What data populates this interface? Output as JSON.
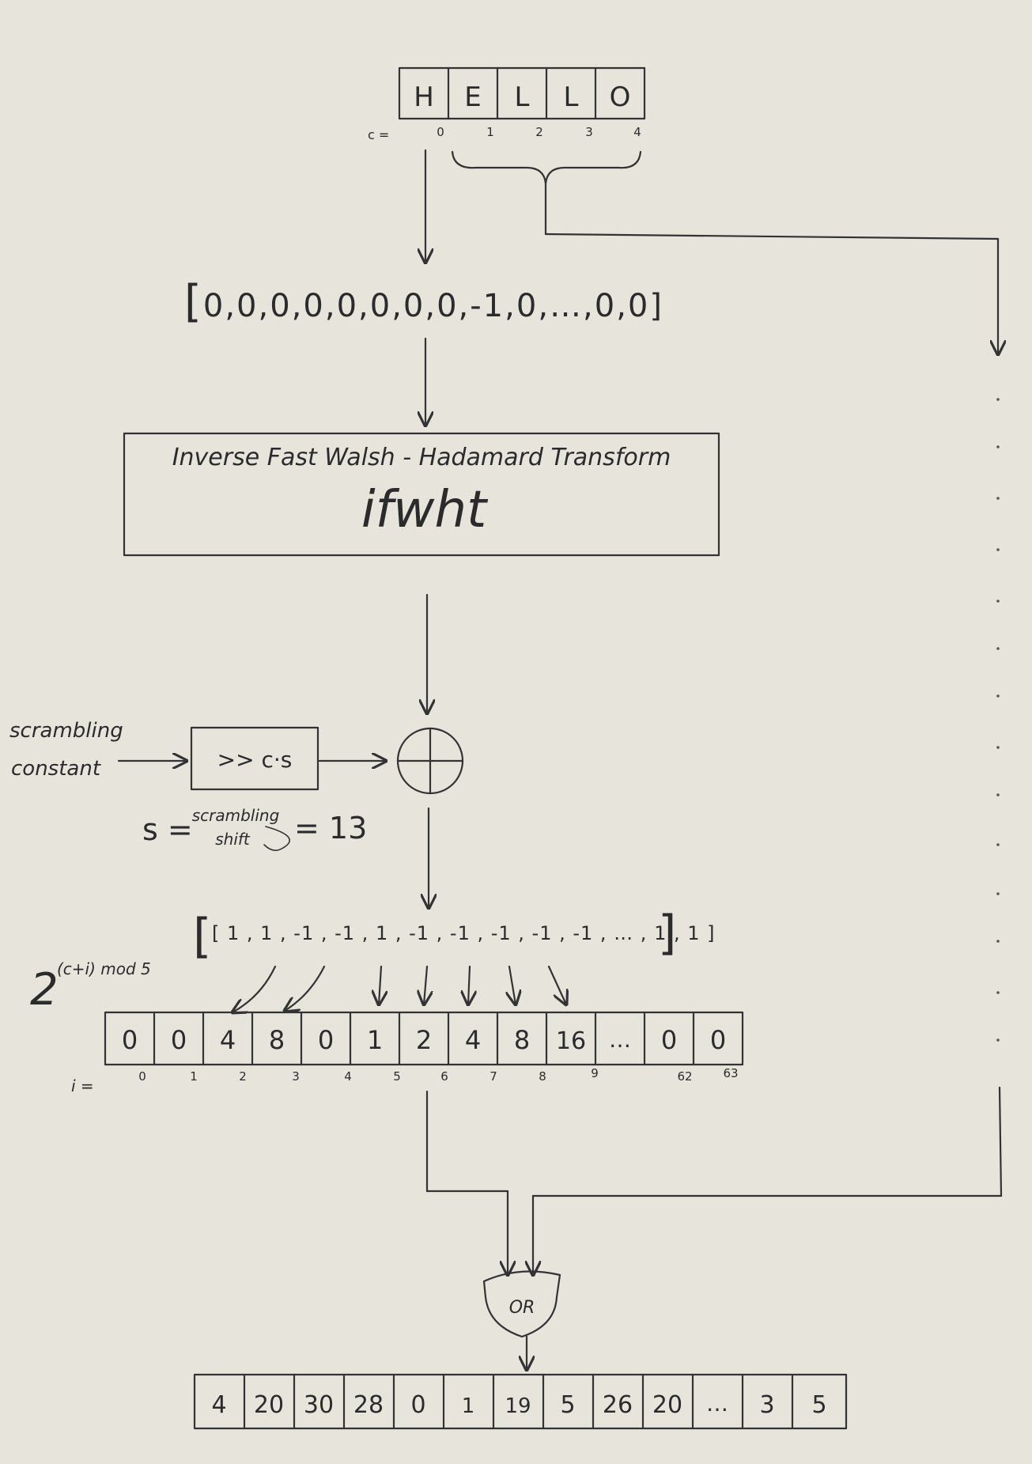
{
  "input": {
    "letters": [
      "H",
      "E",
      "L",
      "L",
      "O"
    ],
    "index_label": "c =",
    "indices": [
      "0",
      "1",
      "2",
      "3",
      "4"
    ]
  },
  "signal_vector": [
    "[",
    "0",
    ",",
    "0",
    ",",
    "0",
    ",",
    "0",
    ",",
    "0",
    ",",
    "0",
    ",",
    "0",
    ",",
    "0",
    ",",
    "-1",
    ",",
    "0",
    ",",
    "…",
    ",",
    "0",
    ",",
    "0",
    "]"
  ],
  "ifwht_box": {
    "title": "Inverse Fast Walsh - Hadamard Transform",
    "abbrev": "ifwht"
  },
  "scrambling": {
    "input_label_line1": "scrambling",
    "input_label_line2": "constant",
    "shift_box_label": ">> c·s",
    "s_prefix": "s =",
    "s_fraction_top": "scrambling",
    "s_fraction_bottom": "shift",
    "s_value": "= 13",
    "adder_symbol": "⊕"
  },
  "pm_vector": [
    "1",
    "1",
    "-1",
    "-1",
    "1",
    "-1",
    "-1",
    "-1",
    "-1",
    "-1",
    "…",
    "1",
    "1"
  ],
  "pm_vector_text": "[ 1 , 1 , -1 , -1 , 1 , -1 , -1 , -1 , -1 , -1 , … , 1 , 1 ]",
  "power_label_base": "2",
  "power_label_exp": "(c+i) mod 5",
  "weights": {
    "cells": [
      "0",
      "0",
      "4",
      "8",
      "0",
      "1",
      "2",
      "4",
      "8",
      "16",
      "…",
      "0",
      "0"
    ],
    "index_label": "i =",
    "indices": [
      "0",
      "1",
      "2",
      "3",
      "4",
      "5",
      "6",
      "7",
      "8",
      "9",
      "",
      "62",
      "63"
    ]
  },
  "gate_label": "OR",
  "output": {
    "cells": [
      "4",
      "20",
      "30",
      "28",
      "0",
      "1",
      "19",
      "5",
      "26",
      "20",
      "…",
      "3",
      "5"
    ]
  }
}
